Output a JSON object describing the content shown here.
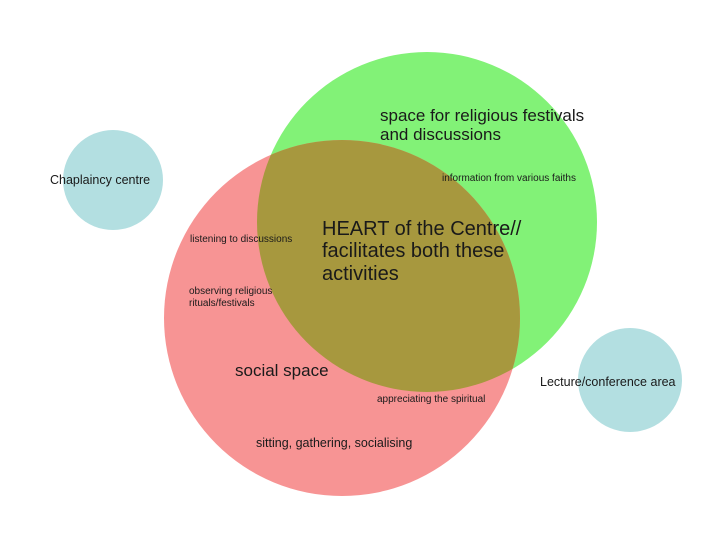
{
  "colors": {
    "social_circle": "#f79494",
    "religious_circle": "#82f277",
    "heart_overlap": "#a7983e",
    "side_circles": "#b3dfe1",
    "text": "#1a1a1a"
  },
  "circles": {
    "religious": {
      "title_line1": "space for religious festivals",
      "title_line2": "and discussions"
    },
    "social": {
      "title": "social space"
    },
    "heart": {
      "line1": "HEART of the Centre//",
      "line2": "facilitates both these",
      "line3": "activities"
    }
  },
  "side_areas": {
    "chaplaincy": "Chaplaincy centre",
    "lecture": "Lecture/conference area"
  },
  "activities": {
    "information": "information from various faiths",
    "listening": "listening to discussions",
    "observing_line1": "observing religious",
    "observing_line2": "rituals/festivals",
    "appreciating": "appreciating the spiritual",
    "sitting": "sitting, gathering, socialising"
  }
}
